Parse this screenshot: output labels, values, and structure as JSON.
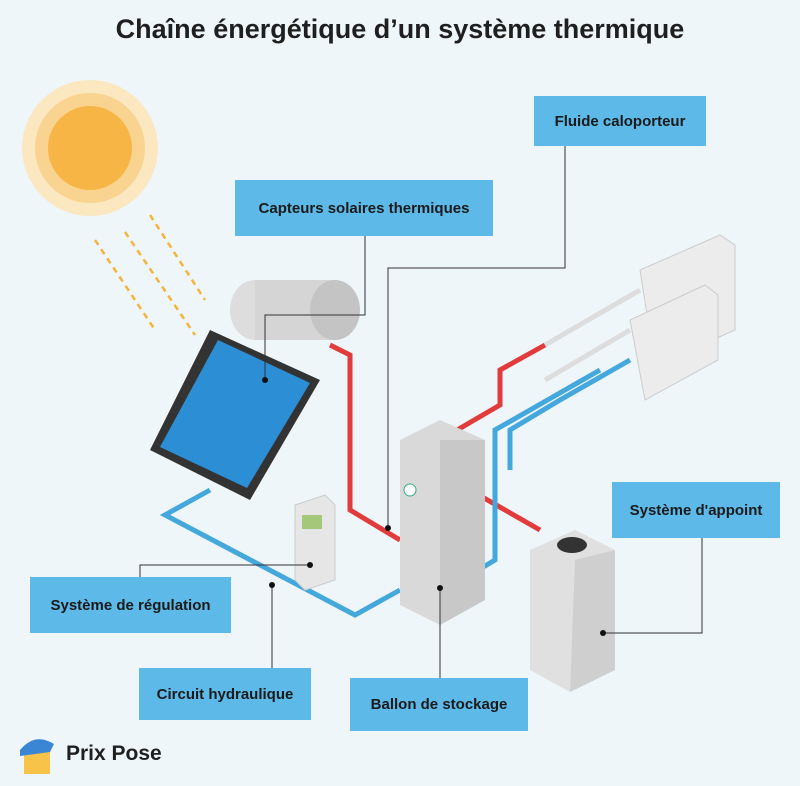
{
  "title": "Chaîne énergétique d’un système thermique",
  "labels": {
    "fluide": "Fluide caloporteur",
    "capteurs": "Capteurs solaires thermiques",
    "appoint": "Système d'appoint",
    "regulation": "Système de régulation",
    "circuit": "Circuit hydraulique",
    "ballon": "Ballon de stockage"
  },
  "brand": "Prix Pose",
  "colors": {
    "label_bg": "#5cb9e8",
    "hot_pipe": "#e23b3b",
    "cold_pipe": "#45a8dc",
    "sun": "#f7b545"
  }
}
